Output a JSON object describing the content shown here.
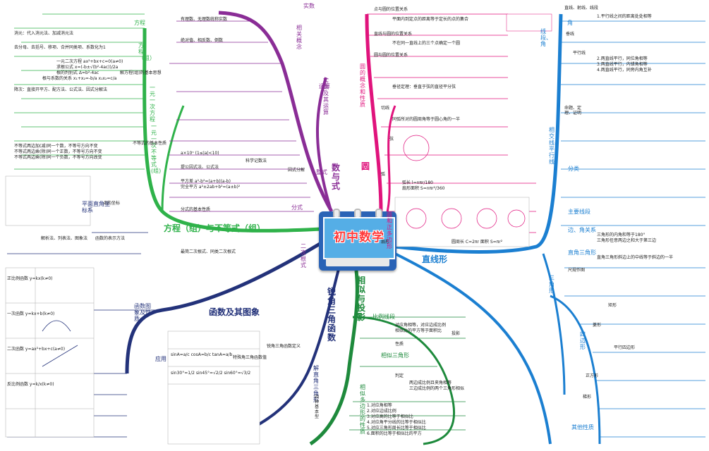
{
  "center_title": "初中数学",
  "branches": {
    "algebra": "数与式",
    "real_numbers": "实数及其运算",
    "equations": "方程（组）与不等式（组）",
    "functions": "函数及其图象",
    "trig": "锐角三角函数",
    "similarity": "相似与投影",
    "straight_shapes": "直线形",
    "circle": "圆",
    "circle_concepts": "圆的概念和性质",
    "lines_angles": "线段、角",
    "parallel": "相交线、平行线",
    "triangle": "三角形",
    "quadrilateral": "四边形"
  },
  "left_labels": {
    "eq": "方程",
    "eq_group": "方程（组）",
    "linear": "一元一次方程",
    "ineq": "一元一次不等式(组)",
    "ineq_basic": "不等式的基本性质",
    "solve_eq": "解方程(组)的基本思想",
    "plane": "平面直角坐标系",
    "point": "点的坐标",
    "expr_func": "解析法、列表法、图象法",
    "func_repr": "函数的表示方法",
    "func_graph": "函数图象及性质",
    "app": "应用",
    "frac": "分式",
    "quad_root": "二次根式",
    "radical": "整式",
    "factor": "因式分解",
    "sci": "科学记数法",
    "ops": "运算",
    "concept": "相关概念",
    "real": "实数"
  },
  "right_labels": {
    "line": "直线、射线、线段",
    "angle": "角",
    "parallel_lines": "平行线",
    "vertical": "垂线",
    "axiom": "命题、定理、证明",
    "classify": "分类",
    "main_lines": "主要线段",
    "edge_angle": "边、角关系",
    "right_tri": "直角三角形",
    "ruler": "尺规作图",
    "parallelogram": "平行四边形",
    "rect": "矩形",
    "rhombus": "菱形",
    "square": "正方形",
    "trapezoid": "梯形",
    "other": "其他性质",
    "chord": "弦",
    "arc": "弧",
    "sector": "扇形",
    "polygon": "圆和正多边形",
    "position": "点与圆的位置关系",
    "line_circle": "直线与圆的位置关系",
    "circle_circle": "圆与圆的位置关系",
    "tangent": "切线"
  },
  "similar_labels": {
    "ratio": "比例线段",
    "similar_tri": "相似三角形",
    "similar_poly": "相似多边形的性质",
    "judge": "判定",
    "prop": "性质",
    "proj": "投影",
    "trig_def": "锐角三角函数定义",
    "special": "特殊角三角函数值",
    "solve_rt": "解直角三角形",
    "basic": "四种基本型"
  },
  "details": {
    "d1": "1.平行线之间的距离处处相等",
    "d2": "2.两直线平行，同位角相等",
    "d3": "3.两直线平行，内错角相等",
    "d4": "4.两直线平行，同旁内角互补",
    "d5": "对应角相等，对应边成比例",
    "d6": "相似比的平方等于面积比",
    "d7": "两边成比例且夹角相等",
    "d8": "三边成比例的两个三角形相似",
    "d9": "三角形的内角和等于180°",
    "d10": "三角形任意两边之和大于第三边",
    "d11": "直角三角形斜边上的中线等于斜边的一半",
    "d12": "平面内到定点的距离等于定长的点的集合",
    "d13": "不在同一直线上的三个点确定一个圆",
    "d14": "垂径定理：垂直于弦的直径平分弦",
    "d15": "同弧所对的圆周角等于圆心角的一半",
    "d16": "圆周长 C=2πr  面积 S=πr²",
    "d17": "弧长 l=nπr/180",
    "d18": "扇形面积 S=nπr²/360",
    "d19": "1.对应角相等",
    "d20": "2.对应边成比例",
    "d21": "3.对应高的比等于相似比",
    "d22": "4.对应角平分线的比等于相似比",
    "d23": "5.对应三角形周长比等于相似比",
    "d24": "6.面积的比等于相似比的平方",
    "d25": "一元二次方程 ax²+bx+c=0(a≠0)",
    "d26": "求根公式 x=(-b±√(b²-4ac))/2a",
    "d27": "根的判别式 Δ=b²-4ac",
    "d28": "根与系数的关系 x₁+x₂=-b/a  x₁x₂=c/a",
    "d29": "消元：代入消元法、加减消元法",
    "d30": "降次：直接开平方、配方法、公式法、因式分解法",
    "d31": "去分母、去括号、移项、合并同类项、系数化为1",
    "d32": "不等式两边加(减)同一个数，不等号方向不变",
    "d33": "不等式两边乘(除)同一个正数，不等号方向不变",
    "d34": "不等式两边乘(除)同一个负数，不等号方向改变",
    "d35": "正比例函数 y=kx(k≠0)",
    "d36": "一次函数 y=kx+b(k≠0)",
    "d37": "反比例函数 y=k/x(k≠0)",
    "d38": "二次函数 y=ax²+bx+c(a≠0)",
    "d39": "有理数、无理数统称实数",
    "d40": "绝对值、相反数、倒数",
    "d41": "a×10ⁿ (1≤|a|<10)",
    "d42": "提公因式法、公式法",
    "d43": "平方差 a²-b²=(a+b)(a-b)",
    "d44": "完全平方 a²±2ab+b²=(a±b)²",
    "d45": "分式的基本性质",
    "d46": "最简二次根式、同类二次根式",
    "d47": "sinA=a/c  cosA=b/c  tanA=a/b",
    "d48": "sin30°=1/2  sin45°=√2/2  sin60°=√3/2"
  },
  "colors": {
    "magenta": "#e0137c",
    "green_dark": "#1e8a3c",
    "green": "#2fb24a",
    "purple": "#8a2d96",
    "navy": "#23327a",
    "blue": "#1b7fd1",
    "teal": "#0b8f8a",
    "red": "#d32f2f"
  }
}
